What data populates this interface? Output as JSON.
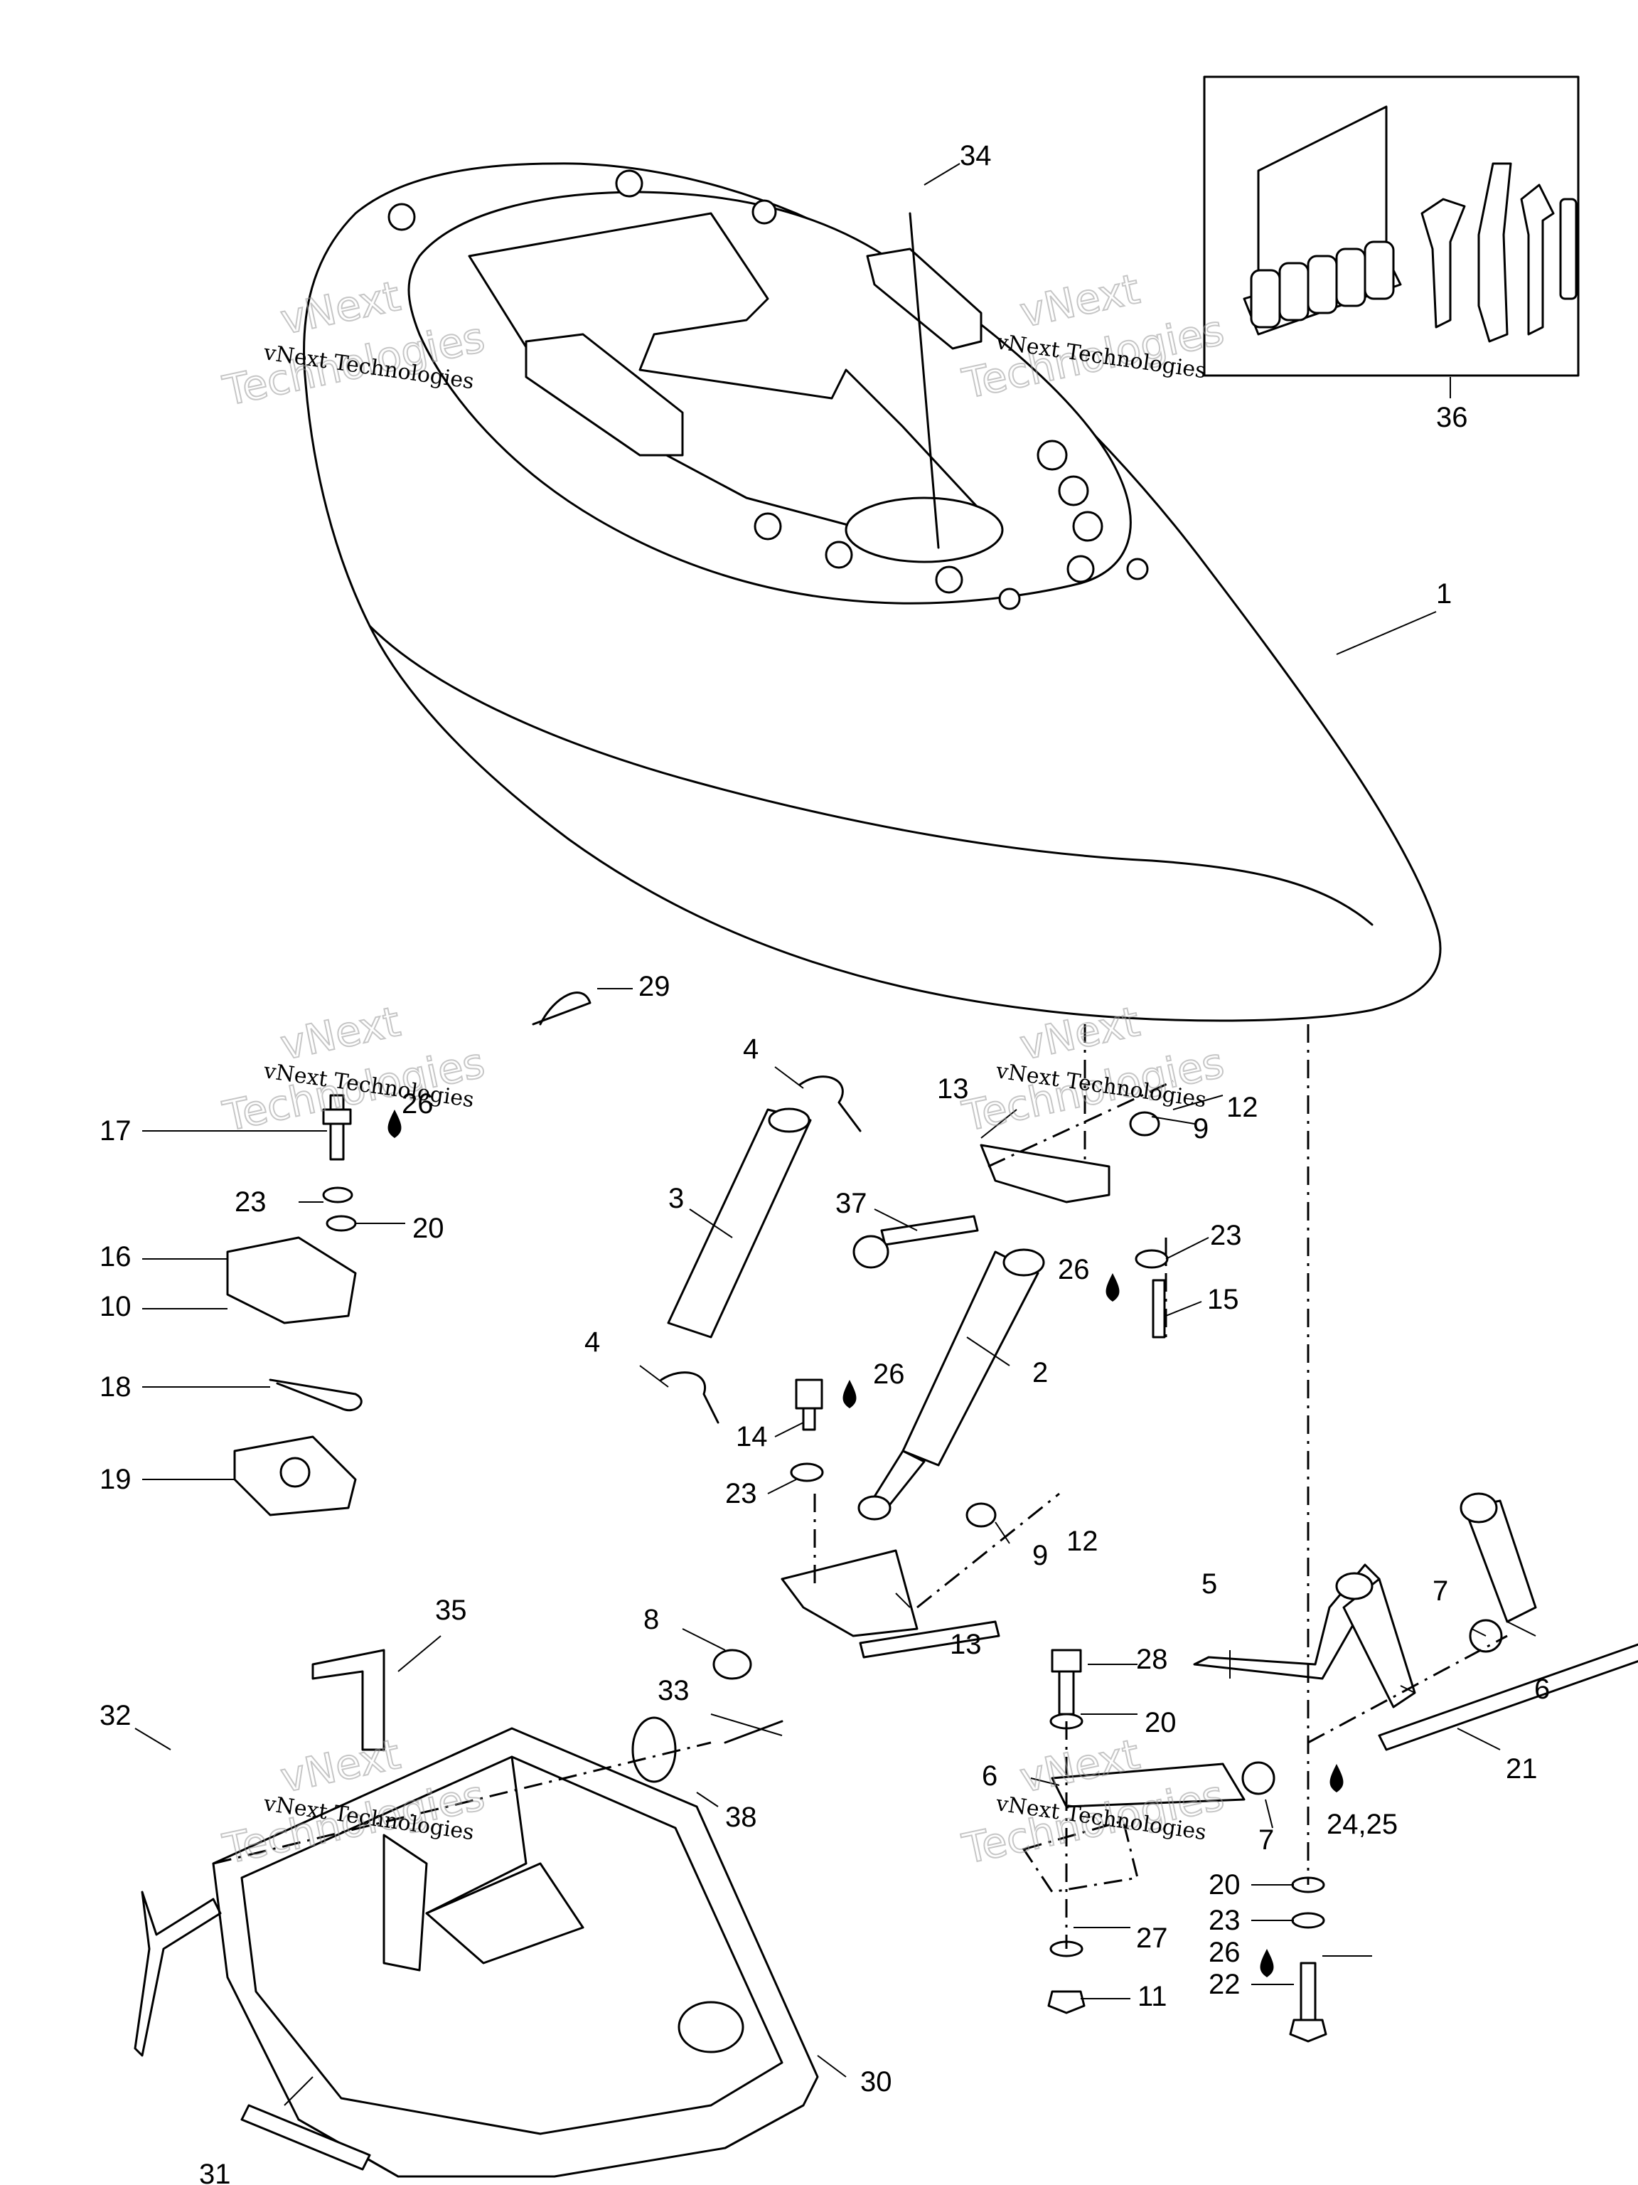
{
  "diagram": {
    "watermark_text": "vNext Technologies",
    "watermark_word_1": "vNext",
    "watermark_word_2": "Technologies",
    "callouts": [
      {
        "id": "c1",
        "text": "1"
      },
      {
        "id": "c2",
        "text": "2"
      },
      {
        "id": "c3",
        "text": "3"
      },
      {
        "id": "c4a",
        "text": "4"
      },
      {
        "id": "c4b",
        "text": "4"
      },
      {
        "id": "c5",
        "text": "5"
      },
      {
        "id": "c6a",
        "text": "6"
      },
      {
        "id": "c6b",
        "text": "6"
      },
      {
        "id": "c7a",
        "text": "7"
      },
      {
        "id": "c7b",
        "text": "7"
      },
      {
        "id": "c8",
        "text": "8"
      },
      {
        "id": "c9a",
        "text": "9"
      },
      {
        "id": "c9b",
        "text": "9"
      },
      {
        "id": "c10",
        "text": "10"
      },
      {
        "id": "c11",
        "text": "11"
      },
      {
        "id": "c12a",
        "text": "12"
      },
      {
        "id": "c12b",
        "text": "12"
      },
      {
        "id": "c13a",
        "text": "13"
      },
      {
        "id": "c13b",
        "text": "13"
      },
      {
        "id": "c14",
        "text": "14"
      },
      {
        "id": "c15",
        "text": "15"
      },
      {
        "id": "c16",
        "text": "16"
      },
      {
        "id": "c17",
        "text": "17"
      },
      {
        "id": "c18",
        "text": "18"
      },
      {
        "id": "c19",
        "text": "19"
      },
      {
        "id": "c20a",
        "text": "20"
      },
      {
        "id": "c20b",
        "text": "20"
      },
      {
        "id": "c20c",
        "text": "20"
      },
      {
        "id": "c21",
        "text": "21"
      },
      {
        "id": "c22",
        "text": "22"
      },
      {
        "id": "c23a",
        "text": "23"
      },
      {
        "id": "c23b",
        "text": "23"
      },
      {
        "id": "c23c",
        "text": "23"
      },
      {
        "id": "c23d",
        "text": "23"
      },
      {
        "id": "c2425",
        "text": "24,25"
      },
      {
        "id": "c26a",
        "text": "26"
      },
      {
        "id": "c26b",
        "text": "26"
      },
      {
        "id": "c26c",
        "text": "26"
      },
      {
        "id": "c26d",
        "text": "26"
      },
      {
        "id": "c27",
        "text": "27"
      },
      {
        "id": "c28",
        "text": "28"
      },
      {
        "id": "c29",
        "text": "29"
      },
      {
        "id": "c30",
        "text": "30"
      },
      {
        "id": "c31",
        "text": "31"
      },
      {
        "id": "c32",
        "text": "32"
      },
      {
        "id": "c33",
        "text": "33"
      },
      {
        "id": "c34",
        "text": "34"
      },
      {
        "id": "c35",
        "text": "35"
      },
      {
        "id": "c36",
        "text": "36"
      },
      {
        "id": "c37",
        "text": "37"
      },
      {
        "id": "c38",
        "text": "38"
      }
    ]
  }
}
